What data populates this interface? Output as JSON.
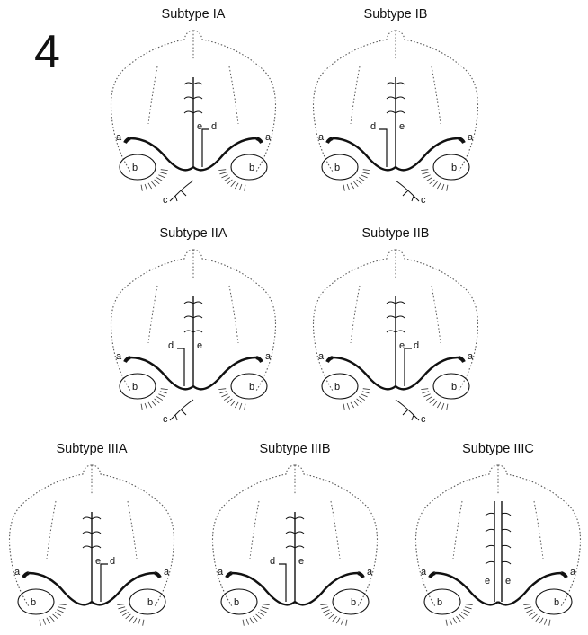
{
  "figure_number": "4",
  "panels": [
    {
      "id": "ia",
      "title": "Subtype IA",
      "variant": "c-left",
      "d_side": "right"
    },
    {
      "id": "ib",
      "title": "Subtype IB",
      "variant": "c-right",
      "d_side": "left"
    },
    {
      "id": "iia",
      "title": "Subtype IIA",
      "variant": "c-left-loop",
      "d_side": "left"
    },
    {
      "id": "iib",
      "title": "Subtype IIB",
      "variant": "c-right-loop",
      "d_side": "right"
    },
    {
      "id": "iiia",
      "title": "Subtype IIIA",
      "variant": "none",
      "d_side": "right"
    },
    {
      "id": "iiib",
      "title": "Subtype IIIB",
      "variant": "none",
      "d_side": "left"
    },
    {
      "id": "iiic",
      "title": "Subtype IIIC",
      "variant": "double",
      "d_side": "none"
    }
  ],
  "labels": {
    "a": "a",
    "b": "b",
    "c": "c",
    "d": "d",
    "e": "e"
  }
}
